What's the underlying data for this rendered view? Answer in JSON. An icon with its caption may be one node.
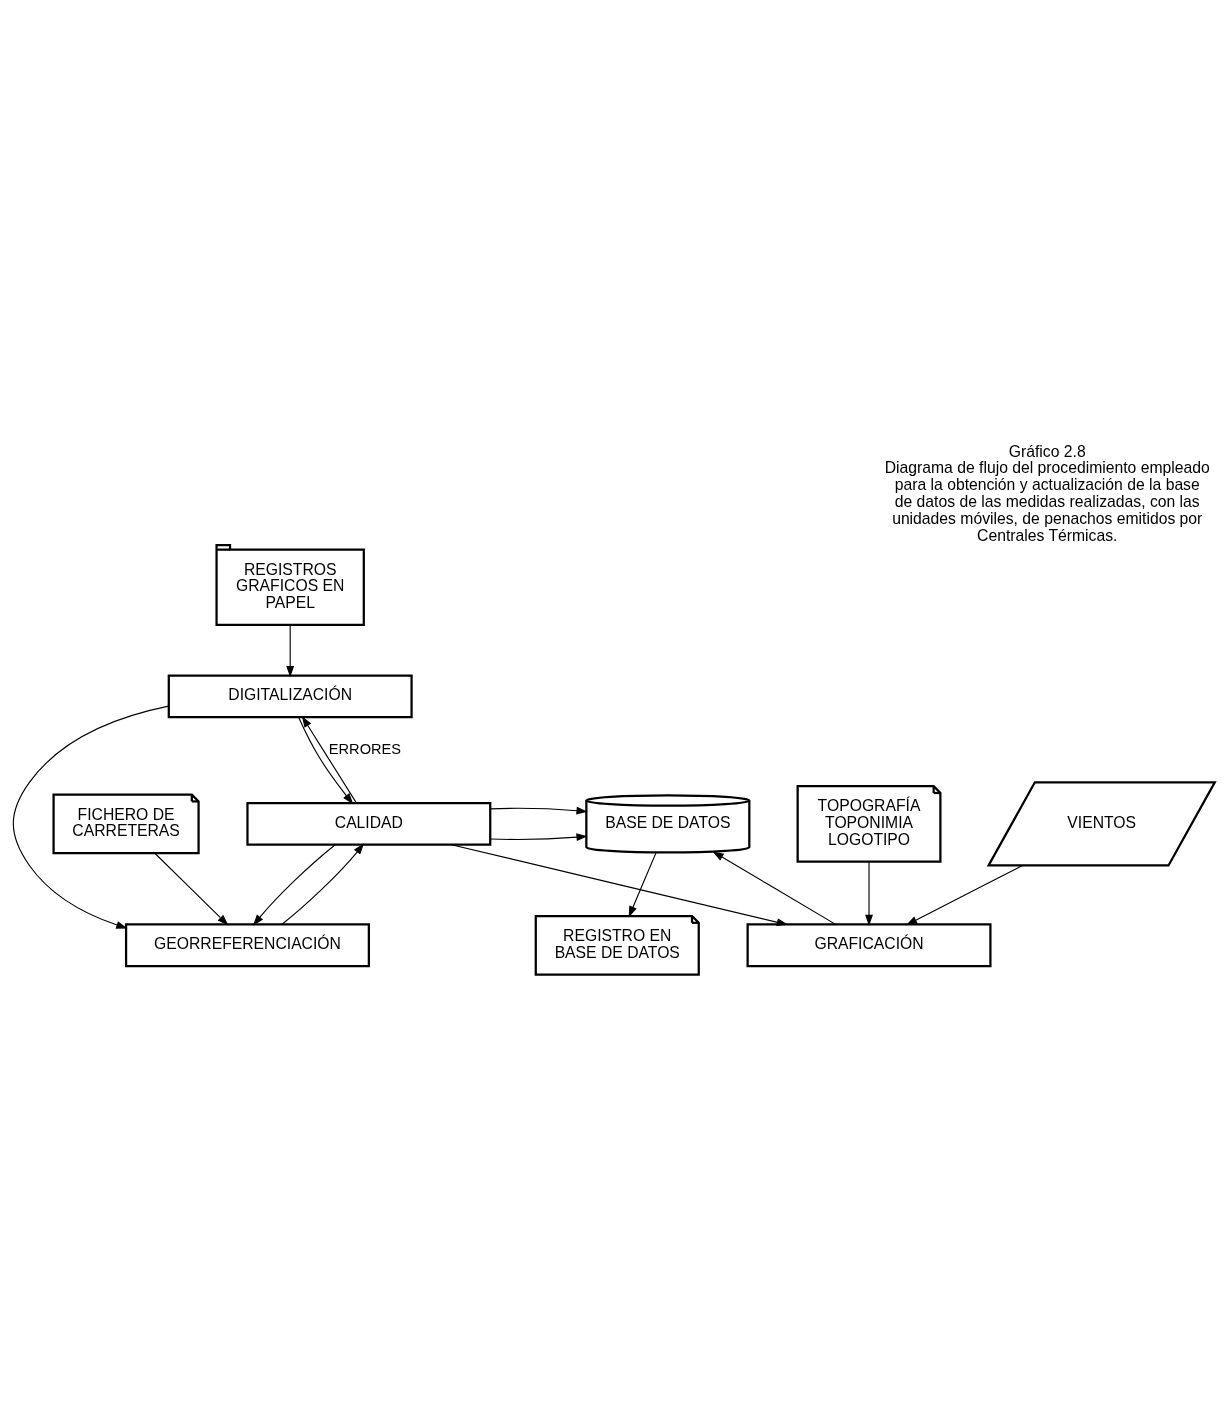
{
  "diagram": {
    "title": "Gráfico 2.8",
    "caption": "Diagrama de flujo del procedimiento empleado para la obtención y actualización de la base de datos de las medidas realizadas, con las unidades móviles, de penachos emitidos por Centrales Térmicas.",
    "nodes": [
      {
        "text": [
          "REGISTROS GRAFICOS EN PAPEL"
        ]
      },
      {
        "text": [
          "DIGITALIZACIÓN"
        ]
      },
      {
        "text": [
          "FICHERO DE CARRETERAS"
        ]
      },
      {
        "text": [
          "CALIDAD"
        ]
      },
      {
        "text": [
          "GEORREFERENCIACIÓN"
        ]
      },
      {
        "text": [
          "BASE DE DATOS"
        ]
      },
      {
        "text": [
          "TOPOGRAFÍA TOPONIMIA LOGOTIPO"
        ]
      },
      {
        "text": [
          "VIENTOS"
        ]
      },
      {
        "text": [
          "GRAFICACIÓN"
        ]
      },
      {
        "text": [
          "REGISTRO EN BASE DE DATOS"
        ]
      }
    ],
    "edges": [
      {
        "from": 0,
        "to": 1,
        "arrow": "to"
      },
      {
        "from": 1,
        "to": 3,
        "arrow": "to"
      },
      {
        "from": 3,
        "to": 1,
        "arrow": "to",
        "label": "ERRORES"
      },
      {
        "from": 3,
        "to": 4,
        "arrow": "to"
      },
      {
        "from": 1,
        "to": 4,
        "arrow": "to"
      },
      {
        "from": 2,
        "to": 4,
        "arrow": "to"
      },
      {
        "from": 4,
        "to": 3,
        "arrow": "to"
      },
      {
        "from": 3,
        "to": 5,
        "arrow": "to"
      },
      {
        "from": 3,
        "to": 5,
        "arrow": "to"
      },
      {
        "from": 3,
        "to": 8,
        "arrow": "to"
      },
      {
        "from": 6,
        "to": 8,
        "arrow": "to"
      },
      {
        "from": 7,
        "to": 8,
        "arrow": "to"
      },
      {
        "from": 8,
        "to": 5,
        "arrow": "to"
      },
      {
        "from": 5,
        "to": 9,
        "arrow": "to"
      }
    ]
  }
}
